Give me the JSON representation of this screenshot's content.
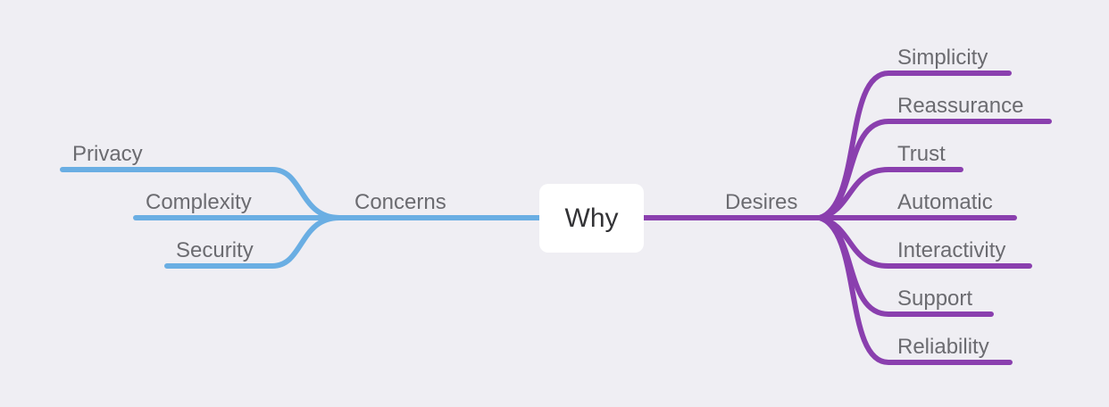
{
  "center": {
    "label": "Why"
  },
  "left_branch": {
    "label": "Concerns",
    "color": "#6aaee3",
    "children": [
      "Privacy",
      "Complexity",
      "Security"
    ]
  },
  "right_branch": {
    "label": "Desires",
    "color": "#8a3fae",
    "children": [
      "Simplicity",
      "Reassurance",
      "Trust",
      "Automatic",
      "Interactivity",
      "Support",
      "Reliability"
    ]
  }
}
